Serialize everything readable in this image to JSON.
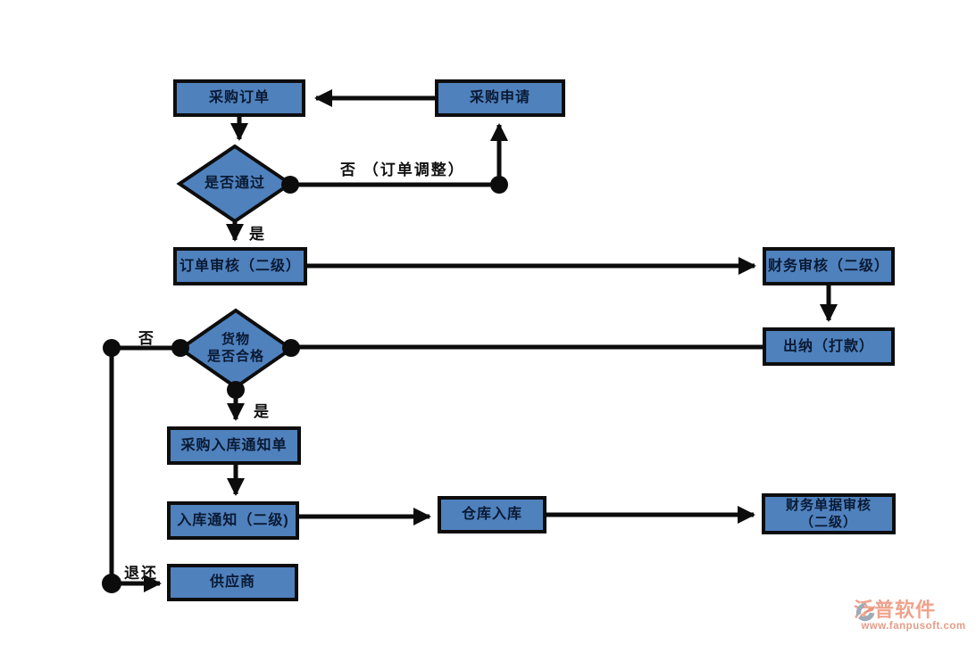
{
  "diagram": {
    "nodes": {
      "purchase_order": "采购订单",
      "purchase_request": "采购申请",
      "pass_check": "是否通过",
      "order_review": "订单审核（二级）",
      "finance_review": "财务审核（二级）",
      "cashier": "出纳（打款）",
      "goods_check": "货物\n是否合格",
      "inbound_notice_doc": "采购入库通知单",
      "inbound_notice": "入库通知（二级)",
      "warehouse_inbound": "仓库入库",
      "finance_doc_review": "财务单据审核\n（二级）",
      "supplier": "供应商"
    },
    "edge_labels": {
      "no_order_adjust": "否 （订单调整）",
      "yes_top": "是",
      "no_left": "否",
      "yes_mid": "是",
      "return_goods": "退还"
    },
    "colors": {
      "node_fill": "#4f81bd",
      "node_border": "#0d0d0d",
      "node_text": "#0a1a33",
      "connector": "#0c0c0c",
      "watermark_brand": "#f0a28c",
      "watermark_url": "#e59c86",
      "watermark_logo_gray": "#9fabb9",
      "watermark_logo_salmon": "#e8957c"
    },
    "watermark": {
      "brand": "泛普软件",
      "url": "www.fanpusoft.com"
    }
  }
}
